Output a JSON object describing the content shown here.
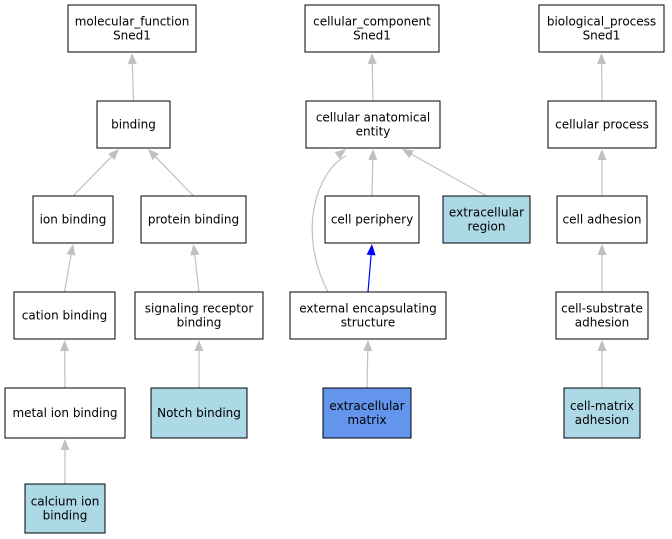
{
  "colors": {
    "node_default": "#ffffff",
    "node_highlight": "#add8e6",
    "node_focus": "#6495ed",
    "edge_default": "#c0c0c0",
    "edge_focus": "#0000ff"
  },
  "nodes": {
    "mf_root": {
      "lines": [
        "molecular_function",
        "Sned1"
      ],
      "style": "default"
    },
    "binding": {
      "lines": [
        "binding"
      ],
      "style": "default"
    },
    "ion_binding": {
      "lines": [
        "ion binding"
      ],
      "style": "default"
    },
    "protein_binding": {
      "lines": [
        "protein binding"
      ],
      "style": "default"
    },
    "cation_binding": {
      "lines": [
        "cation binding"
      ],
      "style": "default"
    },
    "signaling_receptor_binding": {
      "lines": [
        "signaling receptor",
        "binding"
      ],
      "style": "default"
    },
    "metal_ion_binding": {
      "lines": [
        "metal ion binding"
      ],
      "style": "default"
    },
    "notch_binding": {
      "lines": [
        "Notch binding"
      ],
      "style": "highlight"
    },
    "calcium_ion_binding": {
      "lines": [
        "calcium ion",
        "binding"
      ],
      "style": "highlight"
    },
    "cc_root": {
      "lines": [
        "cellular_component",
        "Sned1"
      ],
      "style": "default"
    },
    "cellular_anatomical_entity": {
      "lines": [
        "cellular anatomical",
        "entity"
      ],
      "style": "default"
    },
    "cell_periphery": {
      "lines": [
        "cell periphery"
      ],
      "style": "default"
    },
    "extracellular_region": {
      "lines": [
        "extracellular",
        "region"
      ],
      "style": "highlight"
    },
    "external_encapsulating_structure": {
      "lines": [
        "external encapsulating",
        "structure"
      ],
      "style": "default"
    },
    "extracellular_matrix": {
      "lines": [
        "extracellular",
        "matrix"
      ],
      "style": "focus"
    },
    "bp_root": {
      "lines": [
        "biological_process",
        "Sned1"
      ],
      "style": "default"
    },
    "cellular_process": {
      "lines": [
        "cellular process"
      ],
      "style": "default"
    },
    "cell_adhesion": {
      "lines": [
        "cell adhesion"
      ],
      "style": "default"
    },
    "cell_substrate_adhesion": {
      "lines": [
        "cell-substrate",
        "adhesion"
      ],
      "style": "default"
    },
    "cell_matrix_adhesion": {
      "lines": [
        "cell-matrix",
        "adhesion"
      ],
      "style": "highlight"
    }
  },
  "edges": [
    {
      "from": "binding",
      "to": "mf_root"
    },
    {
      "from": "ion_binding",
      "to": "binding"
    },
    {
      "from": "protein_binding",
      "to": "binding"
    },
    {
      "from": "cation_binding",
      "to": "ion_binding"
    },
    {
      "from": "signaling_receptor_binding",
      "to": "protein_binding"
    },
    {
      "from": "metal_ion_binding",
      "to": "cation_binding"
    },
    {
      "from": "notch_binding",
      "to": "signaling_receptor_binding"
    },
    {
      "from": "calcium_ion_binding",
      "to": "metal_ion_binding"
    },
    {
      "from": "cellular_anatomical_entity",
      "to": "cc_root"
    },
    {
      "from": "cell_periphery",
      "to": "cellular_anatomical_entity"
    },
    {
      "from": "extracellular_region",
      "to": "cellular_anatomical_entity"
    },
    {
      "from": "external_encapsulating_structure",
      "to": "cellular_anatomical_entity"
    },
    {
      "from": "external_encapsulating_structure",
      "to": "cell_periphery",
      "style": "focus"
    },
    {
      "from": "extracellular_matrix",
      "to": "external_encapsulating_structure"
    },
    {
      "from": "cellular_process",
      "to": "bp_root"
    },
    {
      "from": "cell_adhesion",
      "to": "cellular_process"
    },
    {
      "from": "cell_substrate_adhesion",
      "to": "cell_adhesion"
    },
    {
      "from": "cell_matrix_adhesion",
      "to": "cell_substrate_adhesion"
    }
  ]
}
